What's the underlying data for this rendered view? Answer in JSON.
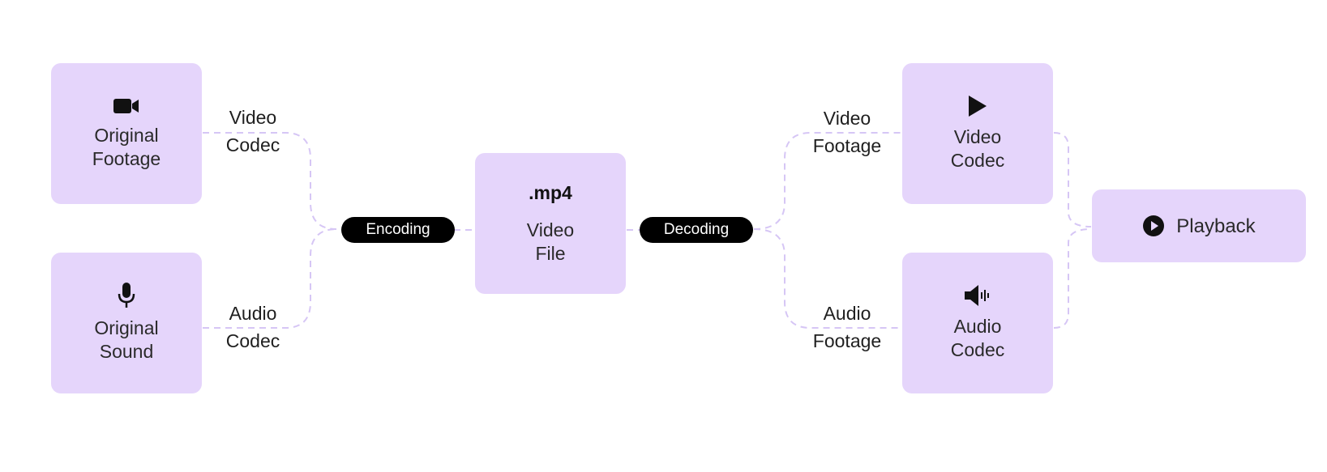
{
  "nodes": {
    "original_footage": {
      "icon": "video-camera-icon",
      "lines": [
        "Original",
        "Footage"
      ]
    },
    "original_sound": {
      "icon": "microphone-icon",
      "lines": [
        "Original",
        "Sound"
      ]
    },
    "video_file": {
      "ext": ".mp4",
      "lines": [
        "Video",
        "File"
      ]
    },
    "video_codec": {
      "icon": "play-icon",
      "lines": [
        "Video",
        "Codec"
      ]
    },
    "audio_codec": {
      "icon": "speaker-icon",
      "lines": [
        "Audio",
        "Codec"
      ]
    },
    "playback": {
      "icon": "play-circle-icon",
      "label": "Playback"
    }
  },
  "pills": {
    "encoding": "Encoding",
    "decoding": "Decoding"
  },
  "edge_labels": {
    "video_codec_in": [
      "Video",
      "Codec"
    ],
    "audio_codec_in": [
      "Audio",
      "Codec"
    ],
    "video_footage_out": [
      "Video",
      "Footage"
    ],
    "audio_footage_out": [
      "Audio",
      "Footage"
    ]
  },
  "colors": {
    "node_fill": "#e5d5fb",
    "connector": "#d6c6f5",
    "pill_fill": "#000000",
    "pill_text": "#ffffff"
  }
}
